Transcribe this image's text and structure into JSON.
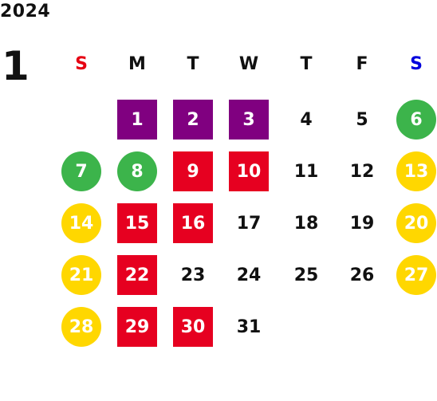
{
  "calendar": {
    "year": "2024",
    "month": "1",
    "weekdays": [
      {
        "label": "S",
        "color": "#e60012"
      },
      {
        "label": "M",
        "color": "#111111"
      },
      {
        "label": "T",
        "color": "#111111"
      },
      {
        "label": "W",
        "color": "#111111"
      },
      {
        "label": "T",
        "color": "#111111"
      },
      {
        "label": "F",
        "color": "#111111"
      },
      {
        "label": "S",
        "color": "#0000dd"
      }
    ],
    "days": [
      {
        "day": "1",
        "col": 1,
        "row": 0,
        "style": "purple"
      },
      {
        "day": "2",
        "col": 2,
        "row": 0,
        "style": "purple"
      },
      {
        "day": "3",
        "col": 3,
        "row": 0,
        "style": "purple"
      },
      {
        "day": "4",
        "col": 4,
        "row": 0,
        "style": "plain"
      },
      {
        "day": "5",
        "col": 5,
        "row": 0,
        "style": "plain"
      },
      {
        "day": "6",
        "col": 6,
        "row": 0,
        "style": "green"
      },
      {
        "day": "7",
        "col": 0,
        "row": 1,
        "style": "green"
      },
      {
        "day": "8",
        "col": 1,
        "row": 1,
        "style": "green"
      },
      {
        "day": "9",
        "col": 2,
        "row": 1,
        "style": "red"
      },
      {
        "day": "10",
        "col": 3,
        "row": 1,
        "style": "red"
      },
      {
        "day": "11",
        "col": 4,
        "row": 1,
        "style": "plain"
      },
      {
        "day": "12",
        "col": 5,
        "row": 1,
        "style": "plain"
      },
      {
        "day": "13",
        "col": 6,
        "row": 1,
        "style": "yellow"
      },
      {
        "day": "14",
        "col": 0,
        "row": 2,
        "style": "yellow"
      },
      {
        "day": "15",
        "col": 1,
        "row": 2,
        "style": "red"
      },
      {
        "day": "16",
        "col": 2,
        "row": 2,
        "style": "red"
      },
      {
        "day": "17",
        "col": 3,
        "row": 2,
        "style": "plain"
      },
      {
        "day": "18",
        "col": 4,
        "row": 2,
        "style": "plain"
      },
      {
        "day": "19",
        "col": 5,
        "row": 2,
        "style": "plain"
      },
      {
        "day": "20",
        "col": 6,
        "row": 2,
        "style": "yellow"
      },
      {
        "day": "21",
        "col": 0,
        "row": 3,
        "style": "yellow"
      },
      {
        "day": "22",
        "col": 1,
        "row": 3,
        "style": "red"
      },
      {
        "day": "23",
        "col": 2,
        "row": 3,
        "style": "plain"
      },
      {
        "day": "24",
        "col": 3,
        "row": 3,
        "style": "plain"
      },
      {
        "day": "25",
        "col": 4,
        "row": 3,
        "style": "plain"
      },
      {
        "day": "26",
        "col": 5,
        "row": 3,
        "style": "plain"
      },
      {
        "day": "27",
        "col": 6,
        "row": 3,
        "style": "yellow"
      },
      {
        "day": "28",
        "col": 0,
        "row": 4,
        "style": "yellow"
      },
      {
        "day": "29",
        "col": 1,
        "row": 4,
        "style": "red"
      },
      {
        "day": "30",
        "col": 2,
        "row": 4,
        "style": "red"
      },
      {
        "day": "31",
        "col": 3,
        "row": 4,
        "style": "plain"
      }
    ]
  },
  "colors": {
    "purple": "#800080",
    "red": "#e60020",
    "green": "#3cb44b",
    "yellow": "#ffd700"
  }
}
